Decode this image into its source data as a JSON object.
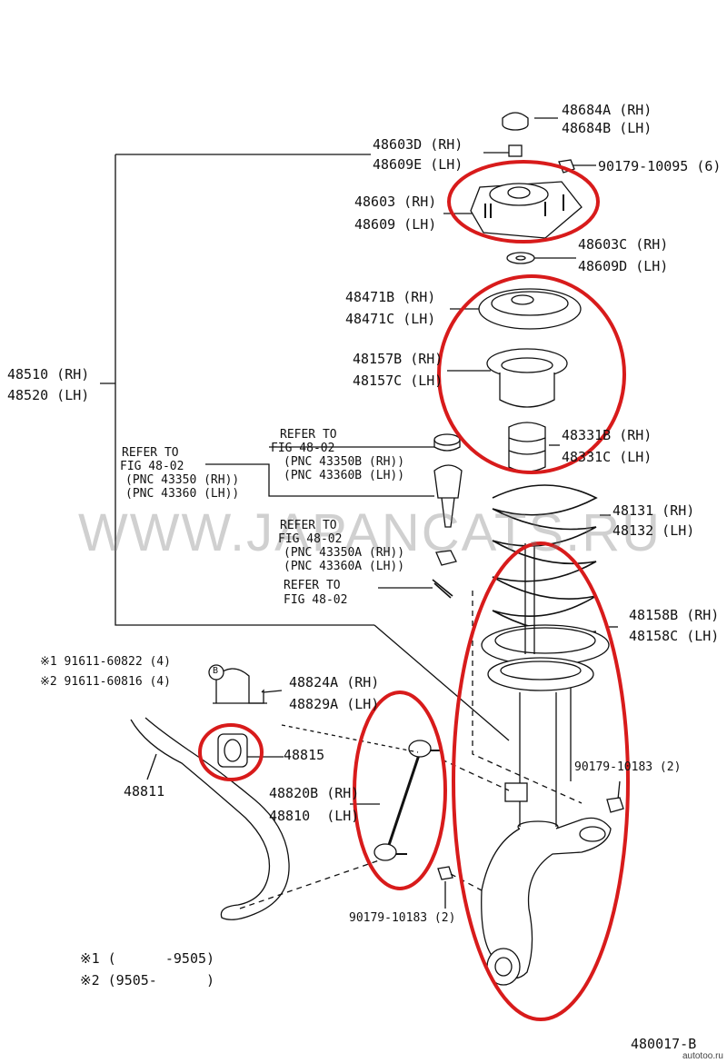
{
  "watermark": "WWW.JAPANCATS.RU",
  "figure_code": "480017-B",
  "site_mark": "autotoo.ru",
  "highlight_color": "#d81b1b",
  "labels": {
    "p48684a": "48684A (RH)",
    "p48684b": "48684B (LH)",
    "p48603d": "48603D (RH)",
    "p48609e": "48609E (LH)",
    "p90179_10095": "90179-10095 (6)",
    "p48603": "48603 (RH)",
    "p48609": "48609 (LH)",
    "p48603c": "48603C (RH)",
    "p48609d": "48609D (LH)",
    "p48471b": "48471B (RH)",
    "p48471c": "48471C (LH)",
    "p48157b": "48157B (RH)",
    "p48157c": "48157C (LH)",
    "p48510": "48510 (RH)",
    "p48520": "48520 (LH)",
    "refer_to_1": "REFER TO",
    "fig_1": "FIG 48-02",
    "pnc_43350b": "(PNC 43350B (RH))",
    "pnc_43360b": "(PNC 43360B (LH))",
    "refer_to_2": "REFER TO",
    "fig_2": "FIG 48-02",
    "pnc_43350": "(PNC 43350 (RH))",
    "pnc_43360": "(PNC 43360 (LH))",
    "p48331b": "48331B (RH)",
    "p48331c": "48331C (LH)",
    "p48131": "48131 (RH)",
    "p48132": "48132 (LH)",
    "refer_to_3": "REFER TO",
    "fig_3": "FIG 48-02",
    "pnc_43350a": "(PNC 43350A (RH))",
    "pnc_43360a": "(PNC 43360A (LH))",
    "refer_to_4": "REFER TO",
    "fig_4": "FIG 48-02",
    "p48158b": "48158B (RH)",
    "p48158c": "48158C (LH)",
    "note1_part": "※1 91611-60822 (4)",
    "note2_part": "※2 91611-60816 (4)",
    "p48824a": "48824A (RH)",
    "p48829a": "48829A (LH)",
    "p48815": "48815",
    "p48811": "48811",
    "p48820b": "48820B (RH)",
    "p48810": "48810  (LH)",
    "p90179_10183_a": "90179-10183 (2)",
    "p90179_10183_b": "90179-10183 (2)",
    "note1_range": "※1 (      -9505)",
    "note2_range": "※2 (9505-      )",
    "callout_b": "B"
  }
}
